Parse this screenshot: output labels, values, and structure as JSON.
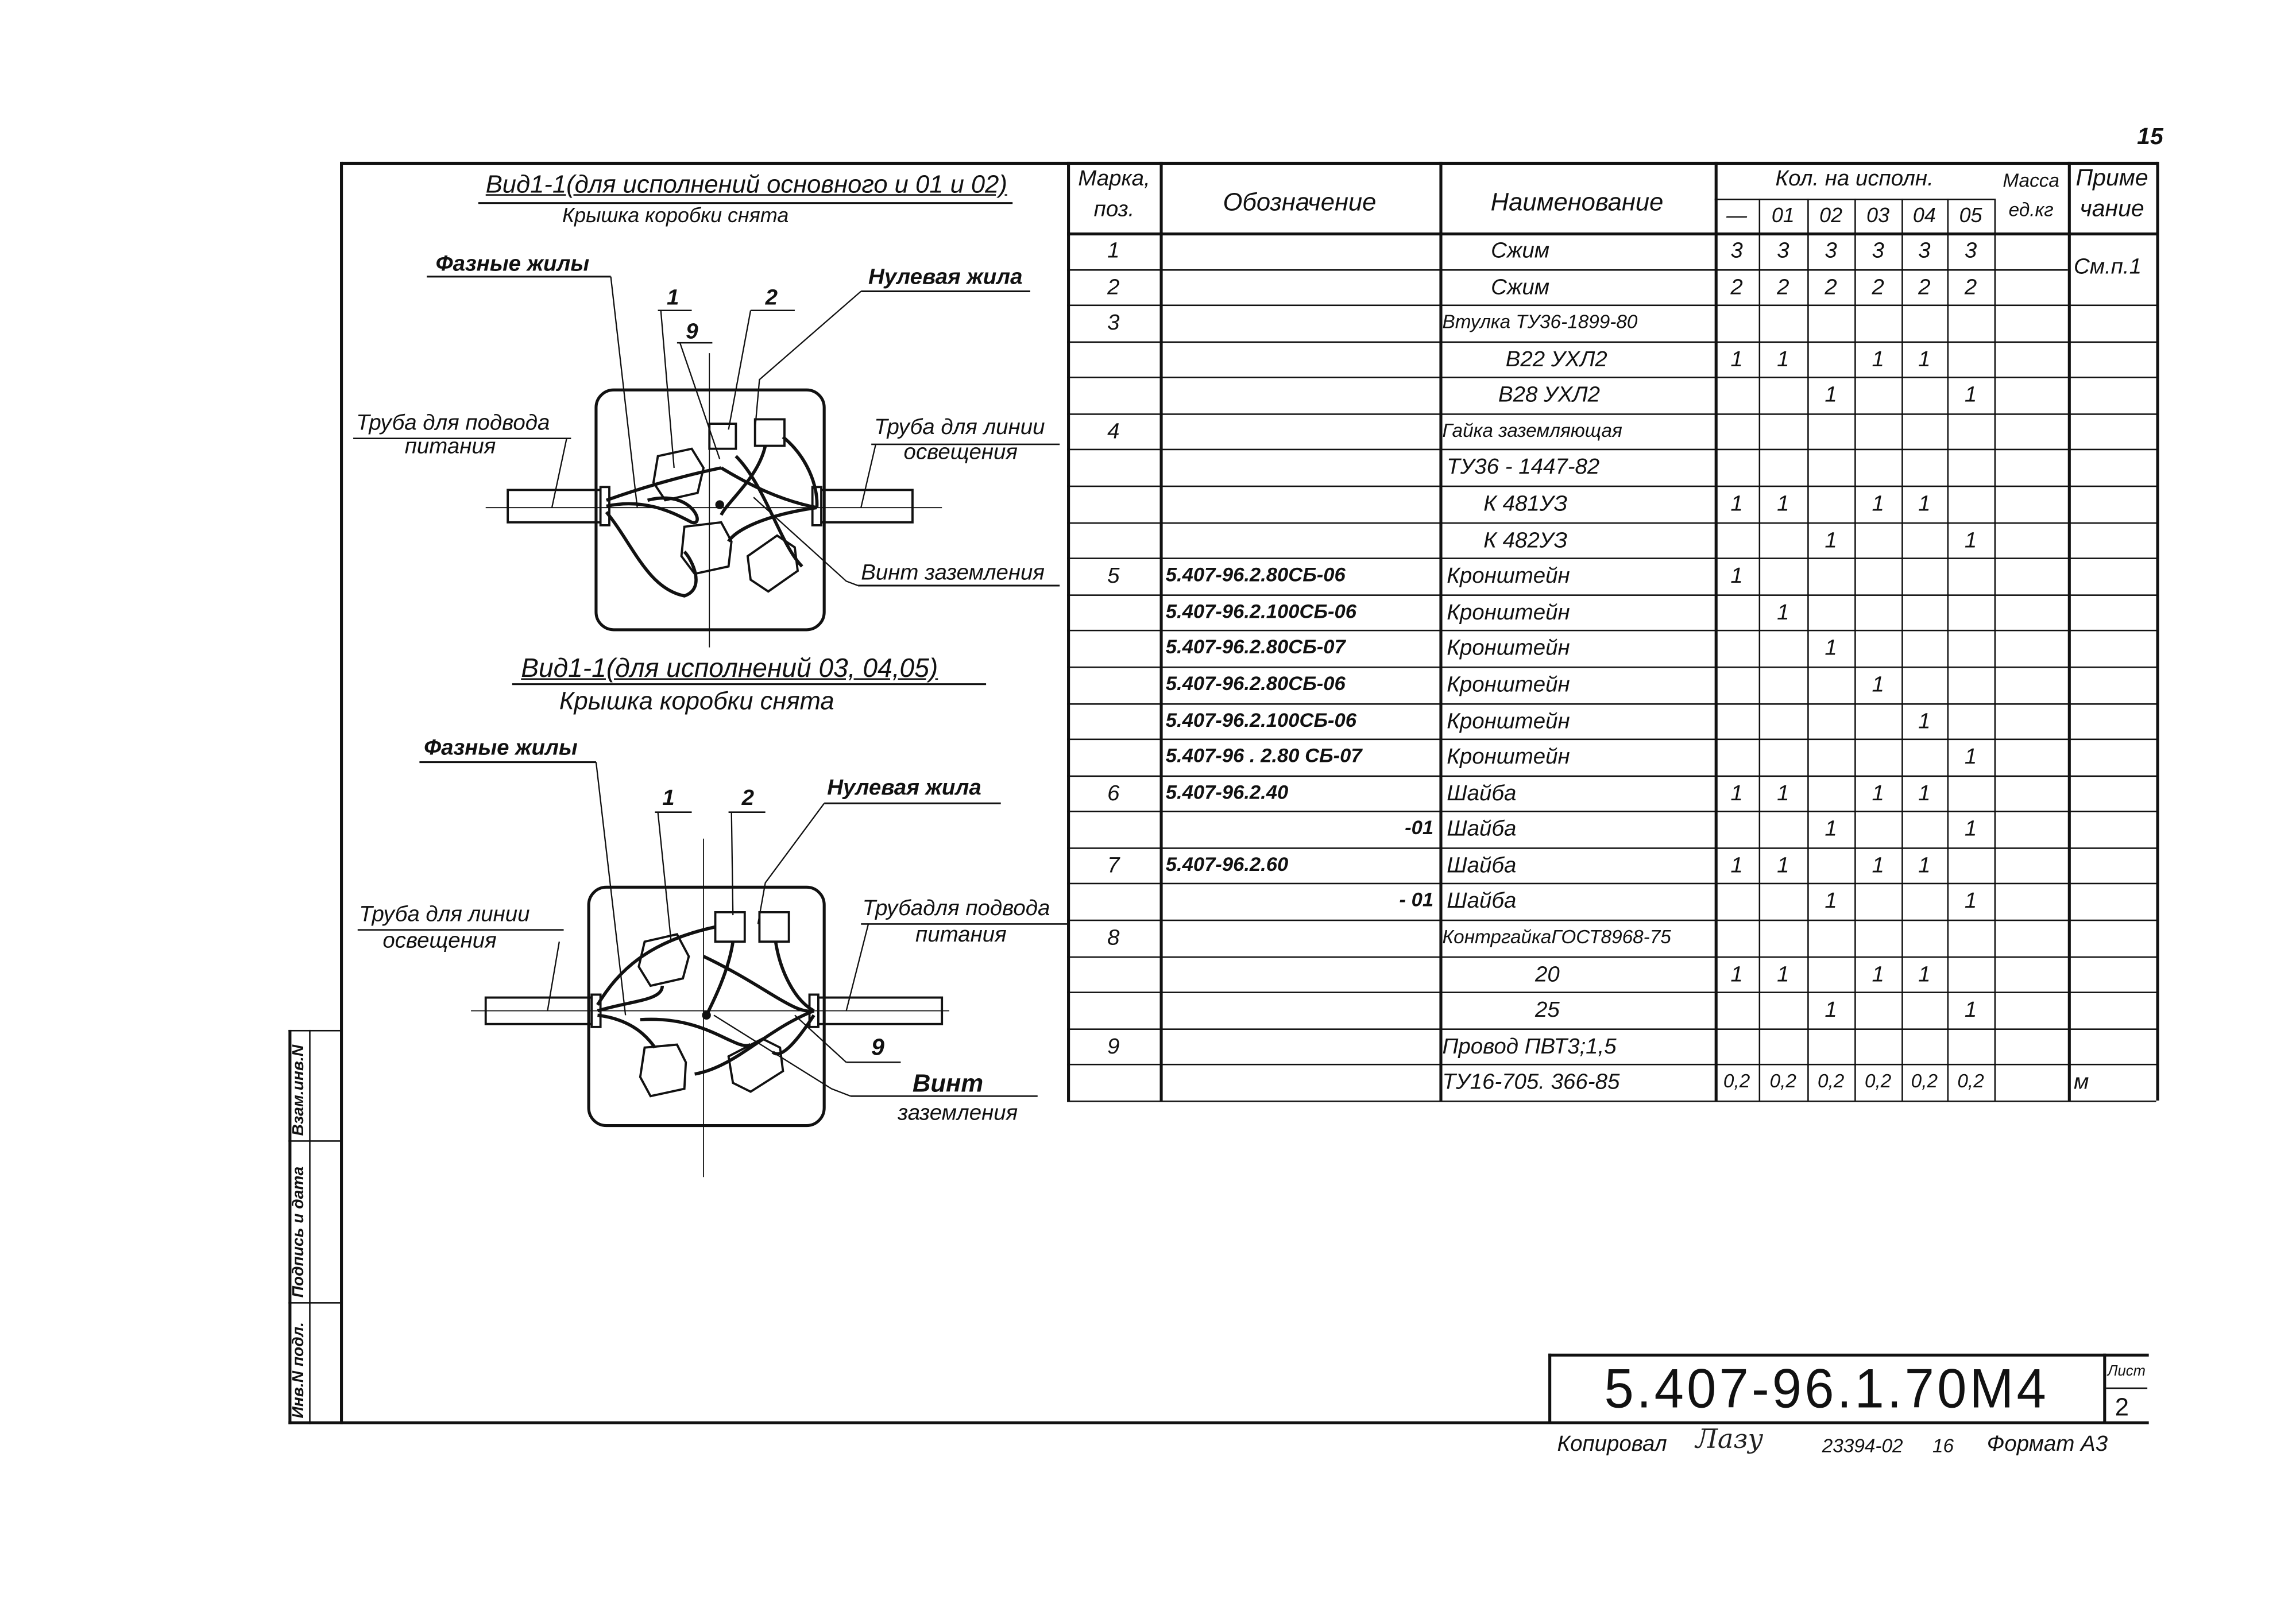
{
  "page_number": "15",
  "view_a": {
    "title": "Вид1-1(для исполнений основного и 01 и 02)",
    "subtitle": "Крышка коробки снята",
    "label_phase": "Фазные жилы",
    "label_neutral": "Нулевая жила",
    "label_pipe_left_1": "Труба для подвода",
    "label_pipe_left_2": "питания",
    "label_pipe_right_1": "Труба для линии",
    "label_pipe_right_2": "освещения",
    "label_screw": "Винт заземления",
    "callouts": [
      "1",
      "2",
      "9"
    ]
  },
  "view_b": {
    "title": "Вид1-1(для исполнений 03, 04,05)",
    "subtitle": "Крышка коробки снята",
    "label_phase": "Фазные жилы",
    "label_neutral": "Нулевая жила",
    "label_pipe_left_1": "Труба для линии",
    "label_pipe_left_2": "освещения",
    "label_pipe_right_1": "Трубадля подвода",
    "label_pipe_right_2": "питания",
    "label_screw_1": "Винт",
    "label_screw_2": "заземления",
    "callouts": [
      "1",
      "2",
      "9"
    ]
  },
  "table": {
    "headers": {
      "pos_1": "Марка,",
      "pos_2": "поз.",
      "designation": "Обозначение",
      "name": "Наименование",
      "qty": "Кол. на исполн.",
      "qty_cols": [
        "—",
        "01",
        "02",
        "03",
        "04",
        "05"
      ],
      "mass_1": "Масса",
      "mass_2": "ед.кг",
      "note_1": "Приме",
      "note_2": "чание"
    },
    "note_merged": "См.п.1",
    "rows": [
      {
        "pos": "1",
        "designation": "",
        "name": "Сжим",
        "qty": [
          "3",
          "3",
          "3",
          "3",
          "3",
          "3"
        ],
        "mass": "",
        "note": ""
      },
      {
        "pos": "2",
        "designation": "",
        "name": "Сжим",
        "qty": [
          "2",
          "2",
          "2",
          "2",
          "2",
          "2"
        ],
        "mass": "",
        "note": ""
      },
      {
        "pos": "3",
        "designation": "",
        "name": "Втулка ТУ36-1899-80",
        "qty": [
          "",
          "",
          "",
          "",
          "",
          ""
        ],
        "mass": "",
        "note": ""
      },
      {
        "pos": "",
        "designation": "",
        "name": "В22 УХЛ2",
        "qty": [
          "1",
          "1",
          "",
          "1",
          "1",
          ""
        ],
        "mass": "",
        "note": ""
      },
      {
        "pos": "",
        "designation": "",
        "name": "В28 УХЛ2",
        "qty": [
          "",
          "",
          "1",
          "",
          "",
          "1"
        ],
        "mass": "",
        "note": ""
      },
      {
        "pos": "4",
        "designation": "",
        "name": "Гайка заземляющая",
        "qty": [
          "",
          "",
          "",
          "",
          "",
          ""
        ],
        "mass": "",
        "note": ""
      },
      {
        "pos": "",
        "designation": "",
        "name": "ТУ36 - 1447-82",
        "qty": [
          "",
          "",
          "",
          "",
          "",
          ""
        ],
        "mass": "",
        "note": ""
      },
      {
        "pos": "",
        "designation": "",
        "name": "К 481УЗ",
        "qty": [
          "1",
          "1",
          "",
          "1",
          "1",
          ""
        ],
        "mass": "",
        "note": ""
      },
      {
        "pos": "",
        "designation": "",
        "name": "К 482УЗ",
        "qty": [
          "",
          "",
          "1",
          "",
          "",
          "1"
        ],
        "mass": "",
        "note": ""
      },
      {
        "pos": "5",
        "designation": "5.407-96.2.80СБ-06",
        "name": "Кронштейн",
        "qty": [
          "1",
          "",
          "",
          "",
          "",
          ""
        ],
        "mass": "",
        "note": ""
      },
      {
        "pos": "",
        "designation": "5.407-96.2.100СБ-06",
        "name": "Кронштейн",
        "qty": [
          "",
          "1",
          "",
          "",
          "",
          ""
        ],
        "mass": "",
        "note": ""
      },
      {
        "pos": "",
        "designation": "5.407-96.2.80СБ-07",
        "name": "Кронштейн",
        "qty": [
          "",
          "",
          "1",
          "",
          "",
          ""
        ],
        "mass": "",
        "note": ""
      },
      {
        "pos": "",
        "designation": "5.407-96.2.80СБ-06",
        "name": "Кронштейн",
        "qty": [
          "",
          "",
          "",
          "1",
          "",
          ""
        ],
        "mass": "",
        "note": ""
      },
      {
        "pos": "",
        "designation": "5.407-96.2.100СБ-06",
        "name": "Кронштейн",
        "qty": [
          "",
          "",
          "",
          "",
          "1",
          ""
        ],
        "mass": "",
        "note": ""
      },
      {
        "pos": "",
        "designation": "5.407-96 . 2.80 СБ-07",
        "name": "Кронштейн",
        "qty": [
          "",
          "",
          "",
          "",
          "",
          "1"
        ],
        "mass": "",
        "note": ""
      },
      {
        "pos": "6",
        "designation": "5.407-96.2.40",
        "name": "Шайба",
        "qty": [
          "1",
          "1",
          "",
          "1",
          "1",
          ""
        ],
        "mass": "",
        "note": ""
      },
      {
        "pos": "",
        "designation": "-01",
        "name": "Шайба",
        "qty": [
          "",
          "",
          "1",
          "",
          "",
          "1"
        ],
        "mass": "",
        "note": ""
      },
      {
        "pos": "7",
        "designation": "5.407-96.2.60",
        "name": "Шайба",
        "qty": [
          "1",
          "1",
          "",
          "1",
          "1",
          ""
        ],
        "mass": "",
        "note": ""
      },
      {
        "pos": "",
        "designation": "- 01",
        "name": "Шайба",
        "qty": [
          "",
          "",
          "1",
          "",
          "",
          "1"
        ],
        "mass": "",
        "note": ""
      },
      {
        "pos": "8",
        "designation": "",
        "name": "КонтргайкаГОСТ8968-75",
        "qty": [
          "",
          "",
          "",
          "",
          "",
          ""
        ],
        "mass": "",
        "note": ""
      },
      {
        "pos": "",
        "designation": "",
        "name": "20",
        "qty": [
          "1",
          "1",
          "",
          "1",
          "1",
          ""
        ],
        "mass": "",
        "note": ""
      },
      {
        "pos": "",
        "designation": "",
        "name": "25",
        "qty": [
          "",
          "",
          "1",
          "",
          "",
          "1"
        ],
        "mass": "",
        "note": ""
      },
      {
        "pos": "9",
        "designation": "",
        "name": "Провод ПВТ3;1,5",
        "qty": [
          "",
          "",
          "",
          "",
          "",
          ""
        ],
        "mass": "",
        "note": ""
      },
      {
        "pos": "",
        "designation": "",
        "name": "ТУ16-705. 366-85",
        "qty": [
          "0,2",
          "0,2",
          "0,2",
          "0,2",
          "0,2",
          "0,2"
        ],
        "mass": "",
        "note": "м"
      }
    ]
  },
  "side_stamp": {
    "replaced_inv": "Взам.инв.N",
    "signature_date": "Подпись и дата",
    "inv_original": "Инв.N подл."
  },
  "title_block": {
    "doc_code": "5.407-96.1.70М4",
    "sheet_label": "Лист",
    "sheet_number": "2"
  },
  "footer": {
    "copied": "Копировал",
    "signature": "Лазу",
    "order": "23394-02",
    "num": "16",
    "format": "Формат А3"
  }
}
